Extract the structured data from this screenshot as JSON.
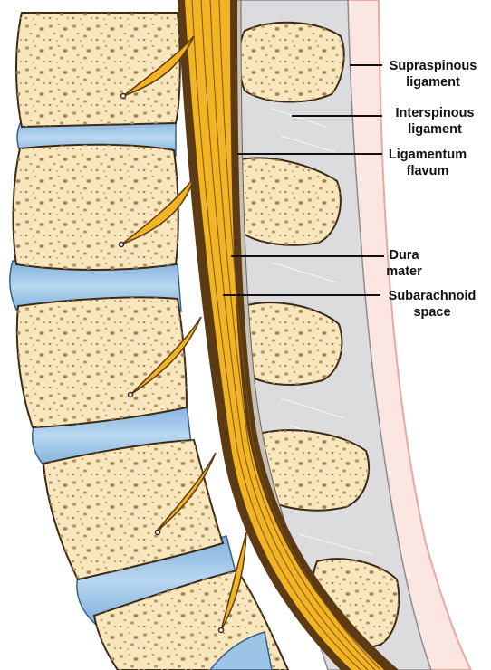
{
  "labels": {
    "supraspinous": {
      "line1": "Supraspinous",
      "line2": "ligament"
    },
    "interspinous": {
      "line1": "Interspinous",
      "line2": "ligament"
    },
    "flavum": {
      "line1": "Ligamentum",
      "line2": "flavum"
    },
    "dura": {
      "line1": "Dura",
      "line2": "mater"
    },
    "subarachnoid": {
      "line1": "Subarachnoid",
      "line2": "space"
    }
  },
  "colors": {
    "bone": "#f8e6be",
    "bone_outline": "#3a2a18",
    "bone_pore": "#b7975c",
    "disc": "#9cc4e6",
    "disc_light": "#d4e7f6",
    "cord": "#f2b422",
    "cord_dark": "#5c3b14",
    "ligament": "#dcdcde",
    "skin": "#fbe6e2",
    "skin_edge": "#e9a8a0"
  }
}
